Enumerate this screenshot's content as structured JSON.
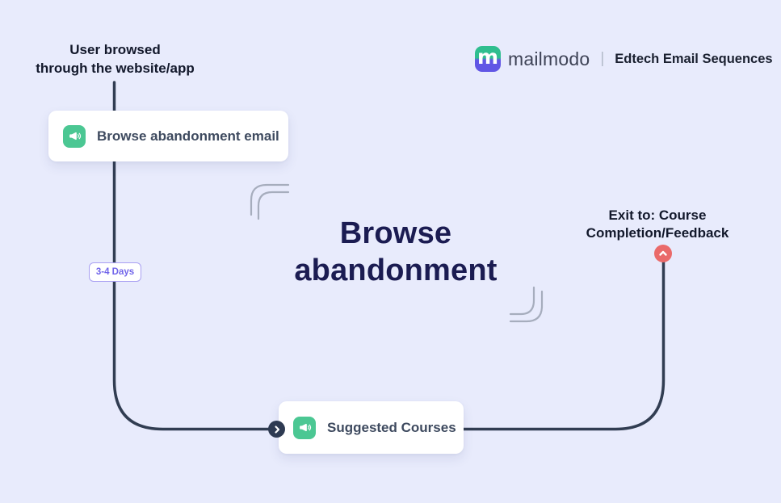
{
  "header": {
    "brand": {
      "name": "mailmodo",
      "logo_letter": "m",
      "logo_green": "#2fbe8f",
      "logo_purple": "#6156e5"
    },
    "divider": "|",
    "subtitle": "Edtech Email Sequences"
  },
  "title": {
    "line1": "Browse",
    "line2": "abandonment"
  },
  "entry_label": {
    "line1": "User browsed",
    "line2": "through the website/app"
  },
  "exit_label": {
    "line1": "Exit to: Course",
    "line2": "Completion/Feedback"
  },
  "nodes": [
    {
      "label": "Browse abandonment email",
      "icon": "megaphone-icon",
      "icon_color": "#4bc793"
    },
    {
      "label": "Suggested Courses",
      "icon": "megaphone-icon",
      "icon_color": "#4bc793"
    }
  ],
  "delay_badge": {
    "label": "3-4 Days",
    "color": "#7165ea"
  },
  "colors": {
    "background": "#e8ebfc",
    "flow_line": "#313d52",
    "title_navy": "#1b1c52",
    "exit_red": "#ea6a6a",
    "node_green": "#4bc793"
  }
}
